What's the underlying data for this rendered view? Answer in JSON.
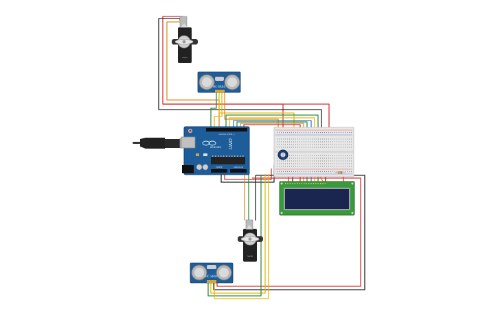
{
  "arduino": {
    "brand": "UNO",
    "model": "ARDUINO",
    "header_labels": [
      "DIGITAL (PWM~)",
      "ANALOG IN",
      "POWER"
    ]
  },
  "ultrasonic_sensor": {
    "model": "HC-SR04"
  },
  "servo_motor": {
    "model": "SG90"
  },
  "lcd": {
    "size": "16x2"
  },
  "colors": {
    "wire_red": "#d32f2f",
    "wire_black": "#222222",
    "wire_green": "#2e8b3e",
    "wire_yellow": "#e6b800",
    "wire_orange": "#e08a1e",
    "wire_blue": "#2f7bd6",
    "board_blue": "#1c5d9a",
    "lcd_green": "#3a9a3a",
    "lcd_screen": "#1b2650"
  }
}
